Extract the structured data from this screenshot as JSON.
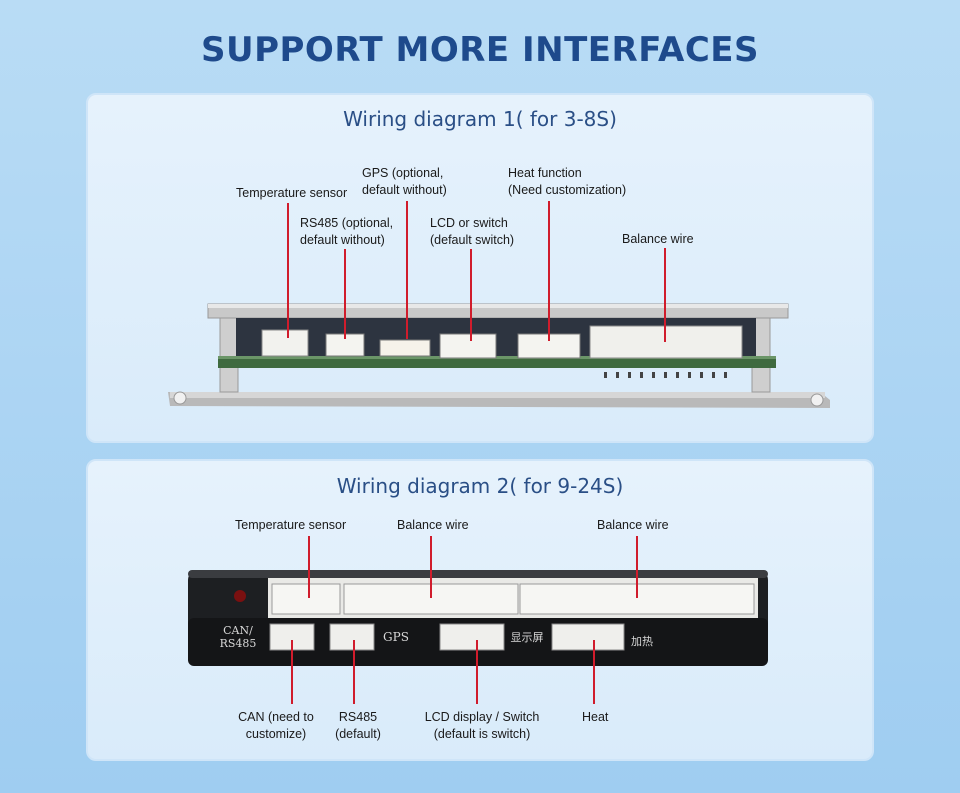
{
  "page": {
    "title": "SUPPORT MORE INTERFACES"
  },
  "diagram1": {
    "title": "Wiring diagram 1( for 3-8S)",
    "labels": {
      "temperature_sensor": "Temperature sensor",
      "rs485_line1": "RS485 (optional,",
      "rs485_line2": "default without)",
      "gps_line1": "GPS (optional,",
      "gps_line2": "default without)",
      "lcd_line1": "LCD or switch",
      "lcd_line2": "(default switch)",
      "heat_line1": "Heat function",
      "heat_line2": "(Need customization)",
      "balance_wire": "Balance wire"
    }
  },
  "diagram2": {
    "title": "Wiring diagram 2( for 9-24S)",
    "labels": {
      "temperature_sensor": "Temperature sensor",
      "balance_wire_left": "Balance wire",
      "balance_wire_right": "Balance wire",
      "can_line1": "CAN (need to",
      "can_line2": "customize)",
      "rs485_line1": "RS485",
      "rs485_line2": "(default)",
      "lcd_line1": "LCD display / Switch",
      "lcd_line2": "(default is switch)",
      "heat": "Heat"
    },
    "device_print": {
      "can_rs485_line1": "CAN/",
      "can_rs485_line2": "RS485",
      "gps": "GPS",
      "display": "显示屏",
      "heating": "加热"
    }
  },
  "colors": {
    "title": "#1e4a8c",
    "leader_line": "#d01c2c",
    "panel": "#e2f0fb"
  }
}
